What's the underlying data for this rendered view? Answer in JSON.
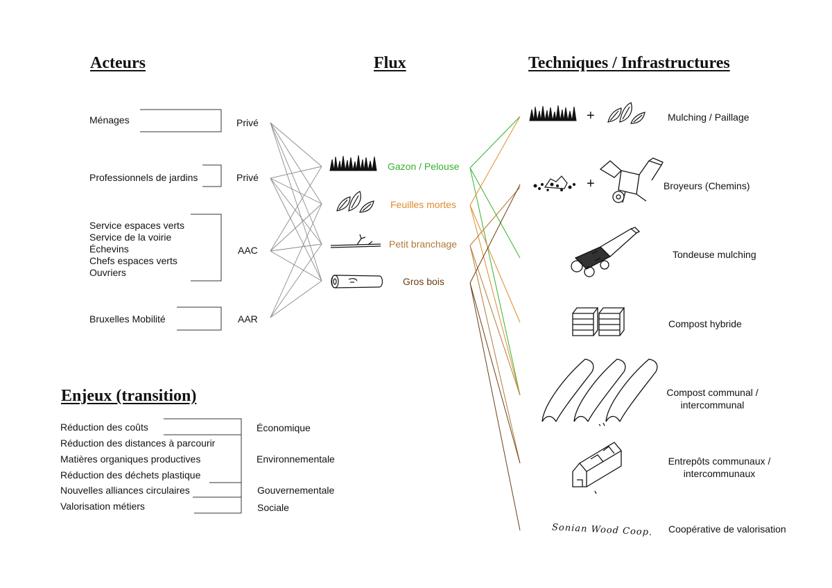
{
  "headers": {
    "acteurs": "Acteurs",
    "flux": "Flux",
    "techniques": "Techniques / Infrastructures",
    "enjeux": "Enjeux (transition)"
  },
  "acteurs": {
    "menages": "Ménages",
    "pro_jardins": "Professionnels de jardins",
    "service_group": [
      "Service espaces verts",
      "Service de la voirie",
      "Échevins",
      "Chefs espaces verts",
      "Ouvriers"
    ],
    "bxl_mobilite": "Bruxelles Mobilité",
    "types": {
      "prive1": "Privé",
      "prive2": "Privé",
      "aac": "AAC",
      "aar": "AAR"
    }
  },
  "flux": {
    "gazon": "Gazon / Pelouse",
    "feuilles": "Feuilles mortes",
    "branchage": "Petit branchage",
    "bois": "Gros bois"
  },
  "techniques": {
    "mulching": "Mulching / Paillage",
    "broyeurs": "Broyeurs (Chemins)",
    "tondeuse": "Tondeuse mulching",
    "compost_hybride": "Compost hybride",
    "compost_communal": [
      "Compost communal /",
      "intercommunal"
    ],
    "entrepots": [
      "Entrepôts communaux /",
      "intercommunaux"
    ],
    "cooperative": "Coopérative de valorisation",
    "sonian": "Sonian Wood Coop."
  },
  "enjeux": {
    "items": [
      "Réduction des coûts",
      "Réduction des distances à parcourir",
      "Matières organiques productives",
      "Réduction des déchets plastique",
      "Nouvelles alliances circulaires",
      "Valorisation métiers"
    ],
    "categories": {
      "economique": "Économique",
      "environnementale": "Environnementale",
      "gouvernementale": "Gouvernementale",
      "sociale": "Sociale"
    }
  },
  "symbols": {
    "plus1": "+",
    "plus2": "+"
  },
  "colors": {
    "gazon": "#36b02c",
    "feuilles": "#e0892b",
    "branchage": "#b07a33",
    "bois": "#6b3d12",
    "acteur_lines": "#8a8a8a"
  }
}
